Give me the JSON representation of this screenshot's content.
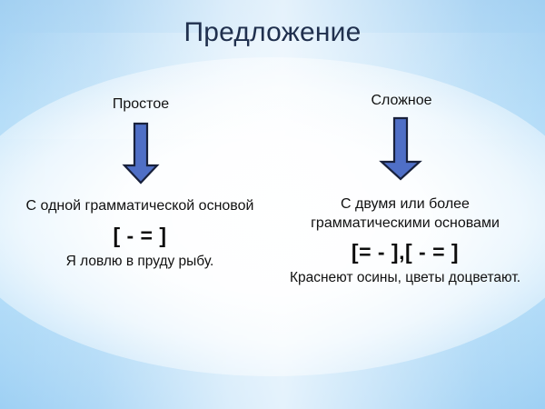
{
  "slide": {
    "title": "Предложение",
    "background": {
      "edge_color": "#a2d0f2",
      "center_color": "#ffffff"
    },
    "title_color": "#20304e",
    "body_text_color": "#111111",
    "arrow_fill_color": "#4f6fc6",
    "arrow_outline_color": "#18213c"
  },
  "columns": [
    {
      "heading": "Простое",
      "arrow_icon": "down-arrow-icon",
      "description": "С одной грамматической основой",
      "scheme": "[ - = ]",
      "example": "Я ловлю в пруду рыбу."
    },
    {
      "heading": "Сложное",
      "arrow_icon": "down-arrow-icon",
      "description": "С двумя или более грамматическими основами",
      "scheme": "[= - ],[ - = ]",
      "example": "Краснеют осины, цветы доцветают."
    }
  ]
}
